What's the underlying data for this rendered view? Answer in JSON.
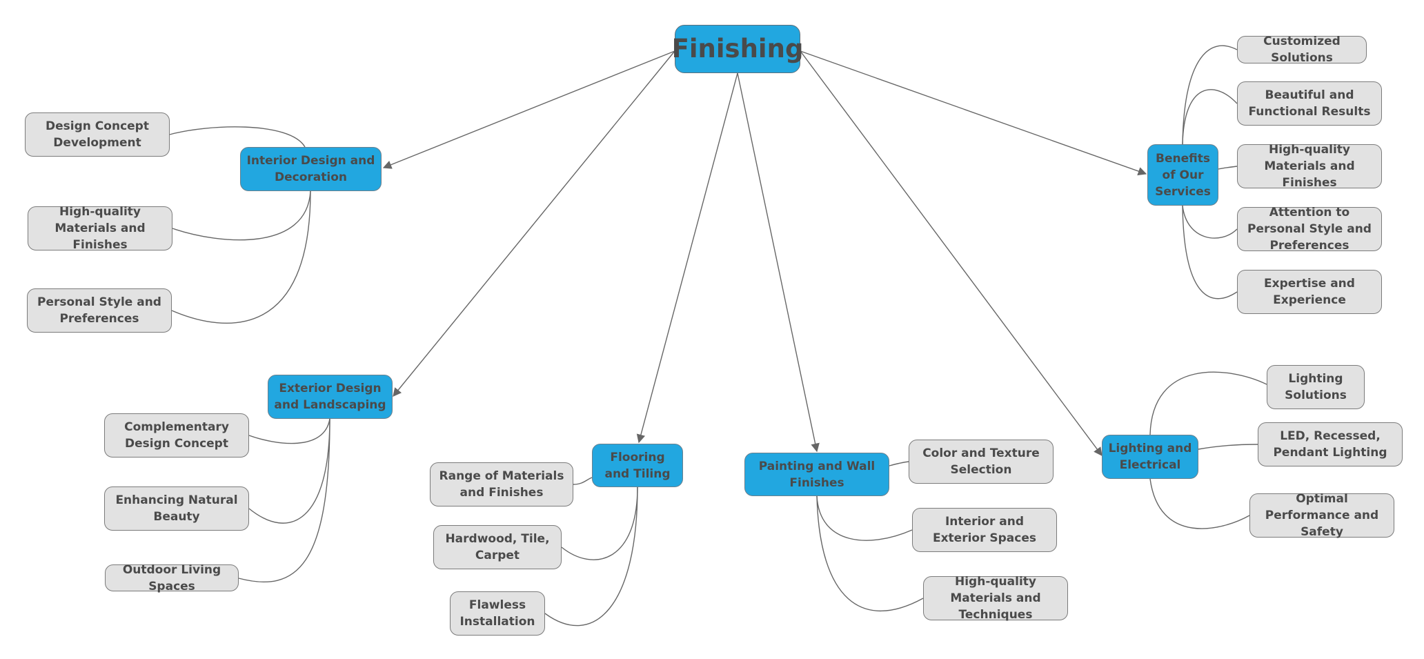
{
  "colors": {
    "branch_fill": "#22a7e0",
    "leaf_fill": "#e2e2e2",
    "text": "#4a4a4a",
    "edge": "#666666"
  },
  "root": {
    "label": "Finishing"
  },
  "branches": {
    "interior": {
      "label": "Interior Design and Decoration",
      "children": [
        "Design Concept Development",
        "High-quality Materials and Finishes",
        "Personal Style and Preferences"
      ]
    },
    "exterior": {
      "label": "Exterior Design and Landscaping",
      "children": [
        "Complementary Design Concept",
        "Enhancing Natural Beauty",
        "Outdoor Living Spaces"
      ]
    },
    "flooring": {
      "label": "Flooring and Tiling",
      "children": [
        "Range of Materials and Finishes",
        "Hardwood, Tile, Carpet",
        "Flawless Installation"
      ]
    },
    "painting": {
      "label": "Painting and Wall Finishes",
      "children": [
        "Color and Texture Selection",
        "Interior and Exterior Spaces",
        "High-quality Materials and Techniques"
      ]
    },
    "lighting": {
      "label": "Lighting and Electrical",
      "children": [
        "Lighting Solutions",
        "LED, Recessed, Pendant Lighting",
        "Optimal Performance and Safety"
      ]
    },
    "benefits": {
      "label": "Benefits of Our Services",
      "children": [
        "Customized Solutions",
        "Beautiful and Functional Results",
        "High-quality Materials and Finishes",
        "Attention to Personal Style and Preferences",
        "Expertise and Experience"
      ]
    }
  }
}
